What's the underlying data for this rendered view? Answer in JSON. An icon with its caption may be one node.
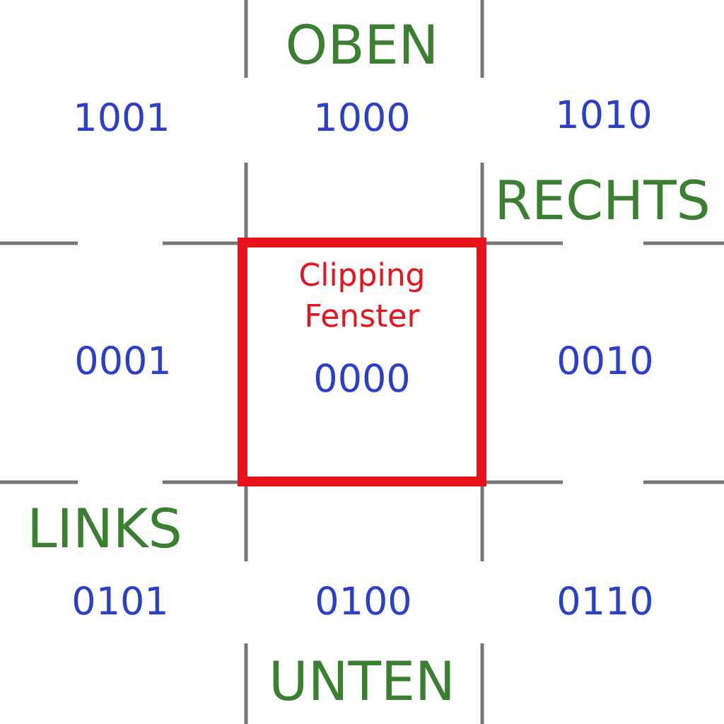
{
  "diagram": {
    "nodes": [
      {
        "text": [
          "Clipping Fenster",
          "0000"
        ]
      }
    ],
    "labels": [
      "OBEN",
      "1001",
      "1000",
      "1010",
      "RECHTS",
      "0001",
      "0010",
      "LINKS",
      "0101",
      "0100",
      "0110",
      "UNTEN"
    ]
  }
}
